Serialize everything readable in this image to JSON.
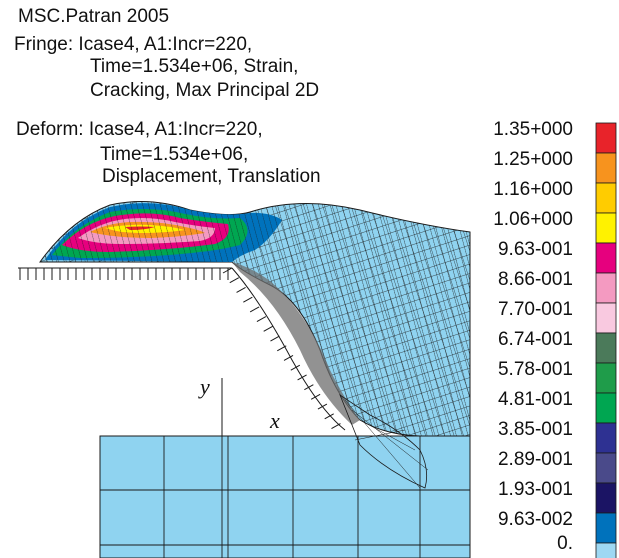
{
  "header": {
    "title": "MSC.Patran 2005",
    "fringe_lines": [
      "Fringe: Icase4, A1:Incr=220,",
      "Time=1.534e+06, Strain,",
      "Cracking, Max Principal 2D"
    ],
    "deform_lines": [
      "Deform: Icase4, A1:Incr=220,",
      "Time=1.534e+06,",
      "Displacement, Translation"
    ]
  },
  "legend": {
    "labels": [
      "1.35+000",
      "1.25+000",
      "1.16+000",
      "1.06+000",
      "9.63-001",
      "8.66-001",
      "7.70-001",
      "6.74-001",
      "5.78-001",
      "4.81-001",
      "3.85-001",
      "2.89-001",
      "1.93-001",
      "9.63-002",
      "0."
    ],
    "colors": [
      "#e8232a",
      "#f7931e",
      "#ffcc00",
      "#fff200",
      "#e6007e",
      "#f49ac1",
      "#f9c9e0",
      "#4b7a5a",
      "#1f9c4a",
      "#00a651",
      "#2e3192",
      "#4a4a8a",
      "#1b1464",
      "#0072bc",
      "#9ed8f3"
    ]
  },
  "axes": {
    "x_label": "x",
    "y_label": "y"
  },
  "colors": {
    "mesh_fill": "#8fd3f0",
    "mesh_line": "#1a1a1a",
    "ground_fill": "#8fd3f0"
  }
}
